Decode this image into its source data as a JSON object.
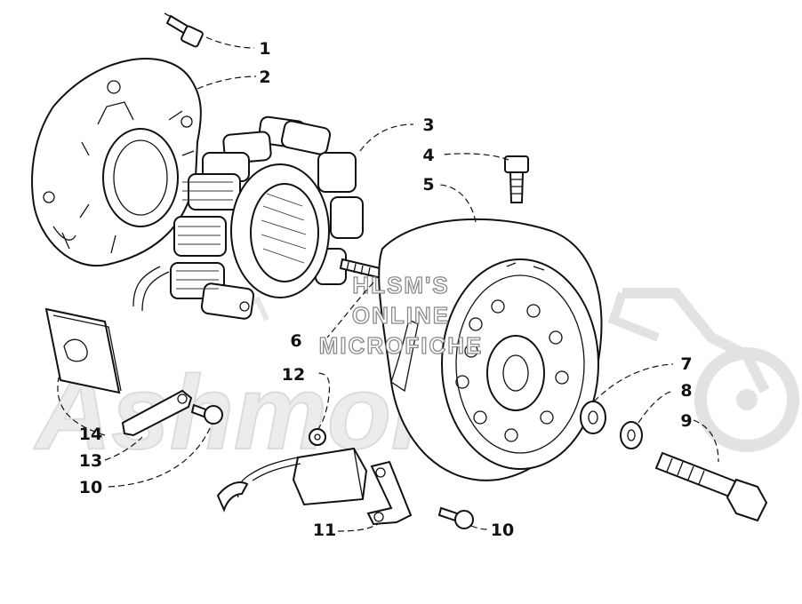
{
  "watermark": {
    "lines": [
      "HLSM'S",
      "ONLINE",
      "MICROFICHE"
    ],
    "logo_text": "Ashmore"
  },
  "callouts": [
    {
      "id": "c1",
      "label": "1"
    },
    {
      "id": "c2",
      "label": "2"
    },
    {
      "id": "c3",
      "label": "3"
    },
    {
      "id": "c4",
      "label": "4"
    },
    {
      "id": "c5",
      "label": "5"
    },
    {
      "id": "c6",
      "label": "6"
    },
    {
      "id": "c7",
      "label": "7"
    },
    {
      "id": "c8",
      "label": "8"
    },
    {
      "id": "c9",
      "label": "9"
    },
    {
      "id": "c10a",
      "label": "10"
    },
    {
      "id": "c10b",
      "label": "10"
    },
    {
      "id": "c11",
      "label": "11"
    },
    {
      "id": "c12",
      "label": "12"
    },
    {
      "id": "c13",
      "label": "13"
    },
    {
      "id": "c14",
      "label": "14"
    }
  ]
}
